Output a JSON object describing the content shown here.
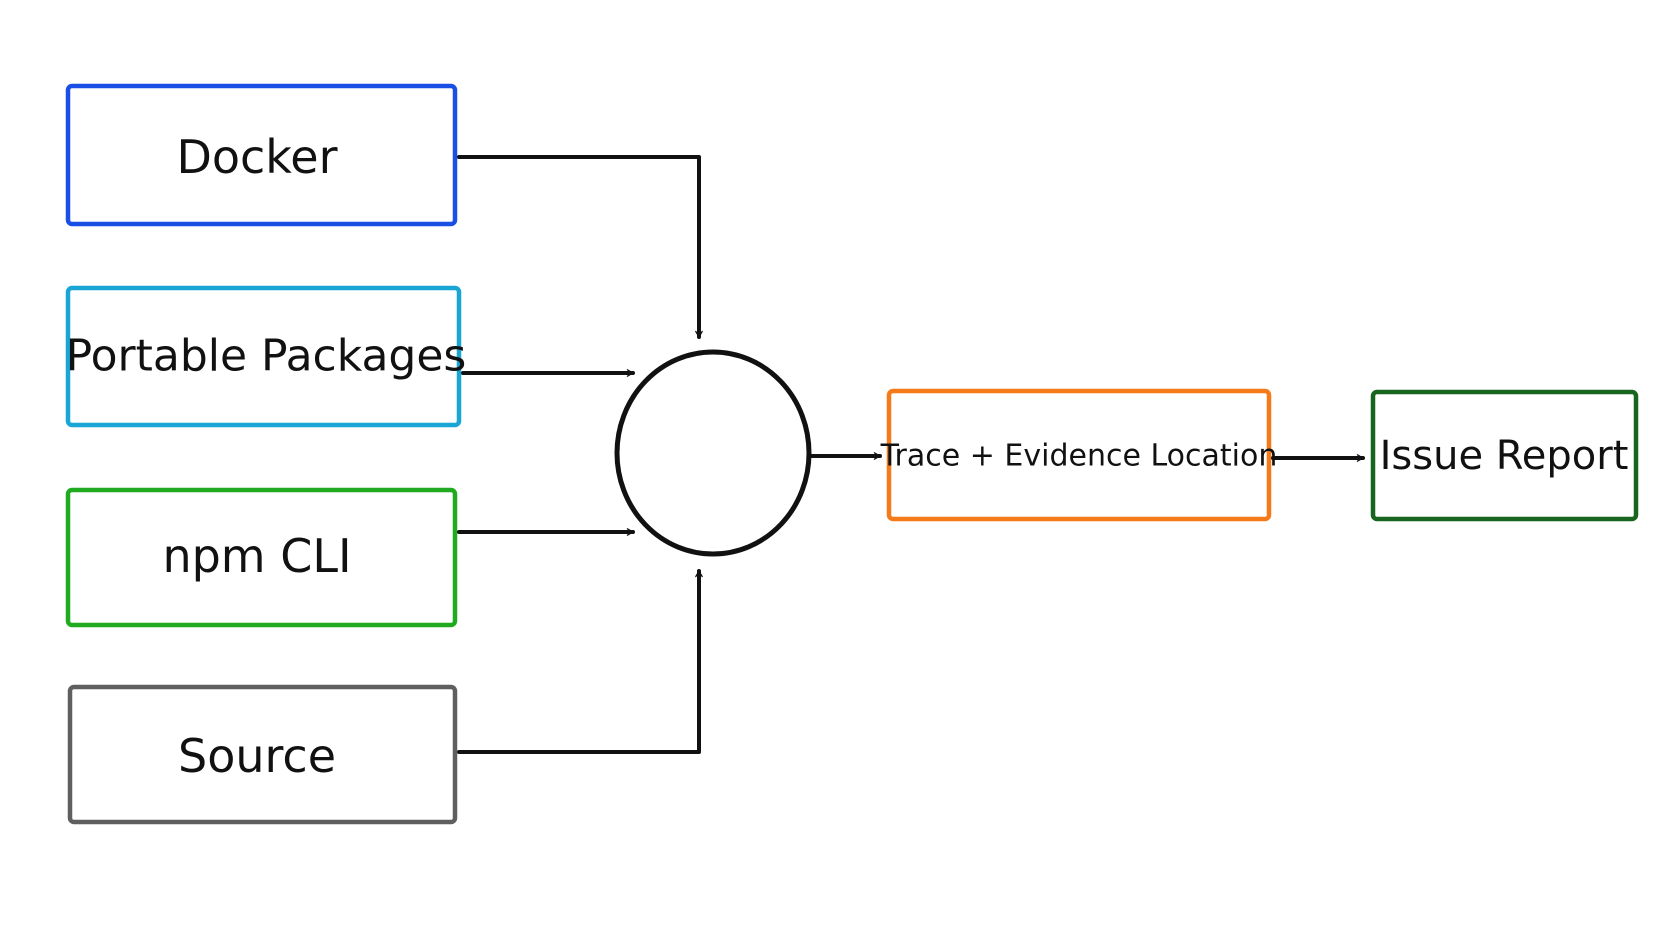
{
  "diagram": {
    "sources": [
      {
        "label": "Docker",
        "color": "#1a4fe6"
      },
      {
        "label": "Portable Packages",
        "color": "#1aa6d4"
      },
      {
        "label": "npm CLI",
        "color": "#1faa1f"
      },
      {
        "label": "Source",
        "color": "#5f5f5f"
      }
    ],
    "hub": {
      "label": "",
      "color": "#111111"
    },
    "stages": [
      {
        "label": "Trace + Evidence Location",
        "color": "#f57a1a"
      },
      {
        "label": "Issue Report",
        "color": "#17651f"
      }
    ],
    "edge_color": "#111111"
  }
}
